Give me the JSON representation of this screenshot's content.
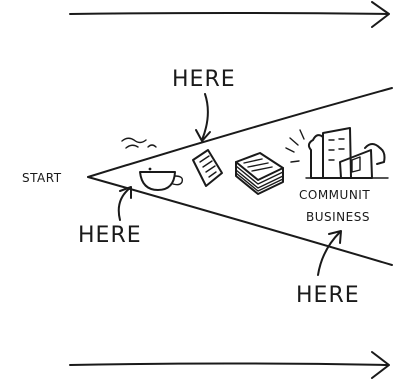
{
  "labels": {
    "start": "START",
    "here_top": "HERE",
    "here_left": "HERE",
    "here_bottom": "HERE",
    "community_line1": "COMMUNIT",
    "community_line2": "BUSINESS"
  },
  "icons": [
    "steaming-coffee-cup-icon",
    "paper-document-icon",
    "paper-stack-icon",
    "community-buildings-icon"
  ],
  "colors": {
    "ink": "#1a1a1a",
    "background": "#ffffff"
  }
}
